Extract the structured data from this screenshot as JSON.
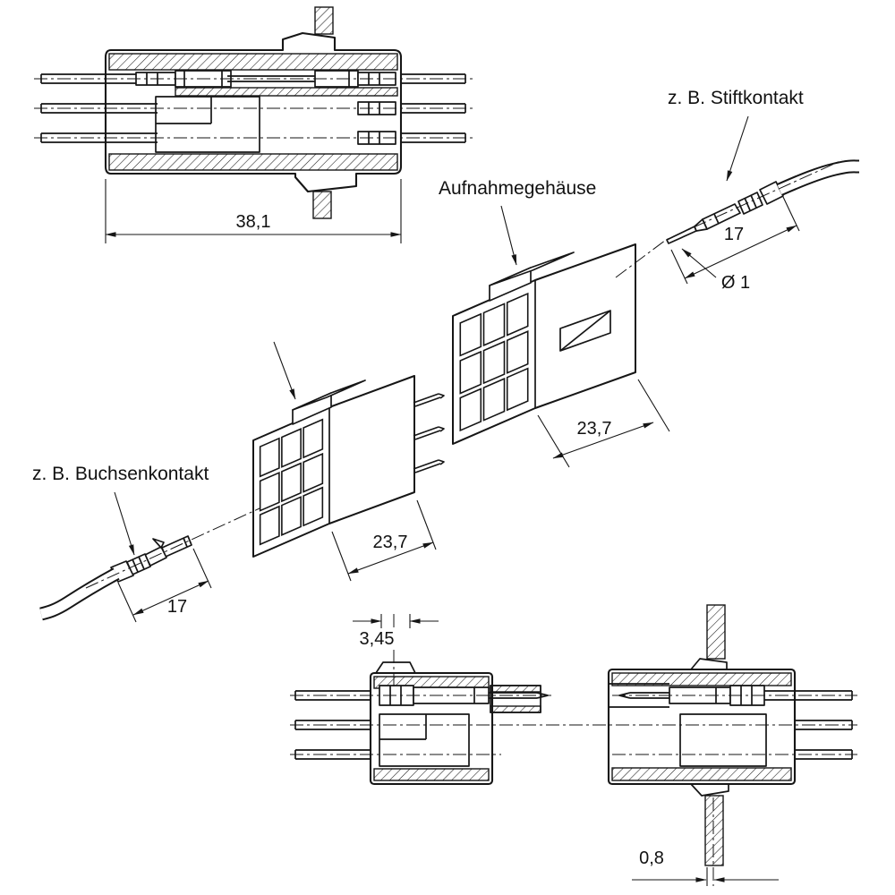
{
  "labels": {
    "pin_contact": "z. B. Stiftkontakt",
    "socket_contact": "z. B. Buchsenkontakt",
    "receptacle_housing": "Aufnahmegehäuse"
  },
  "dimensions": {
    "mated_length": "38,1",
    "pin_contact_length": "17",
    "pin_diameter": "Ø 1",
    "receptacle_depth": "23,7",
    "plug_depth": "23,7",
    "socket_contact_length": "17",
    "latch_width": "3,45",
    "panel_clearance": "0,8"
  }
}
